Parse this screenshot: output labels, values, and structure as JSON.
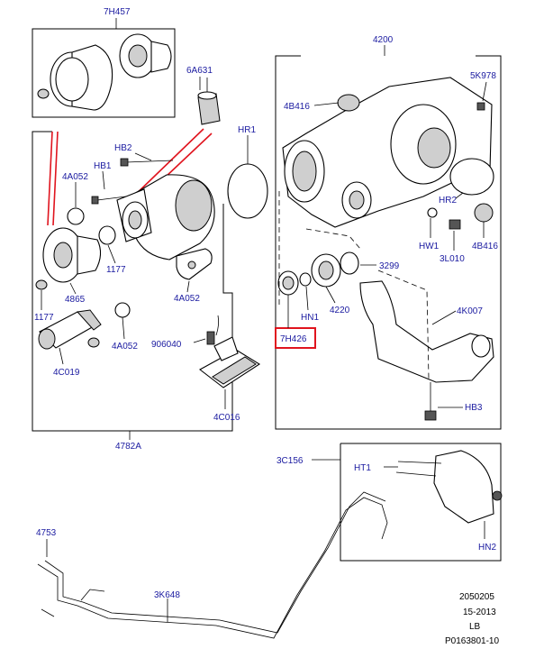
{
  "colors": {
    "label": "#1a1aa0",
    "highlight": "#e0141e",
    "line": "#000000"
  },
  "labels": {
    "p7H457": "7H457",
    "p6A631": "6A631",
    "pHR1": "HR1",
    "pHB2": "HB2",
    "pHB1": "HB1",
    "p4A052_a": "4A052",
    "p4A052_b": "4A052",
    "p4A052_c": "4A052",
    "p1177_a": "1177",
    "p1177_b": "1177",
    "p4865": "4865",
    "p906040": "906040",
    "p4C019": "4C019",
    "p4C016": "4C016",
    "p4782A": "4782A",
    "p4200": "4200",
    "p5K978": "5K978",
    "p4B416_a": "4B416",
    "p4B416_b": "4B416",
    "pHR2": "HR2",
    "pHW1": "HW1",
    "p3L010": "3L010",
    "p3299": "3299",
    "pHN1": "HN1",
    "p4220": "4220",
    "p4K007": "4K007",
    "p7H426": "7H426",
    "pHB3": "HB3",
    "p3C156": "3C156",
    "pHT1": "HT1",
    "pHN2": "HN2",
    "p4753": "4753",
    "p3K648": "3K648"
  },
  "reference": {
    "line1": "2050205",
    "line2": "15-2013",
    "line3": "LB",
    "line4": "P0163801-10"
  }
}
